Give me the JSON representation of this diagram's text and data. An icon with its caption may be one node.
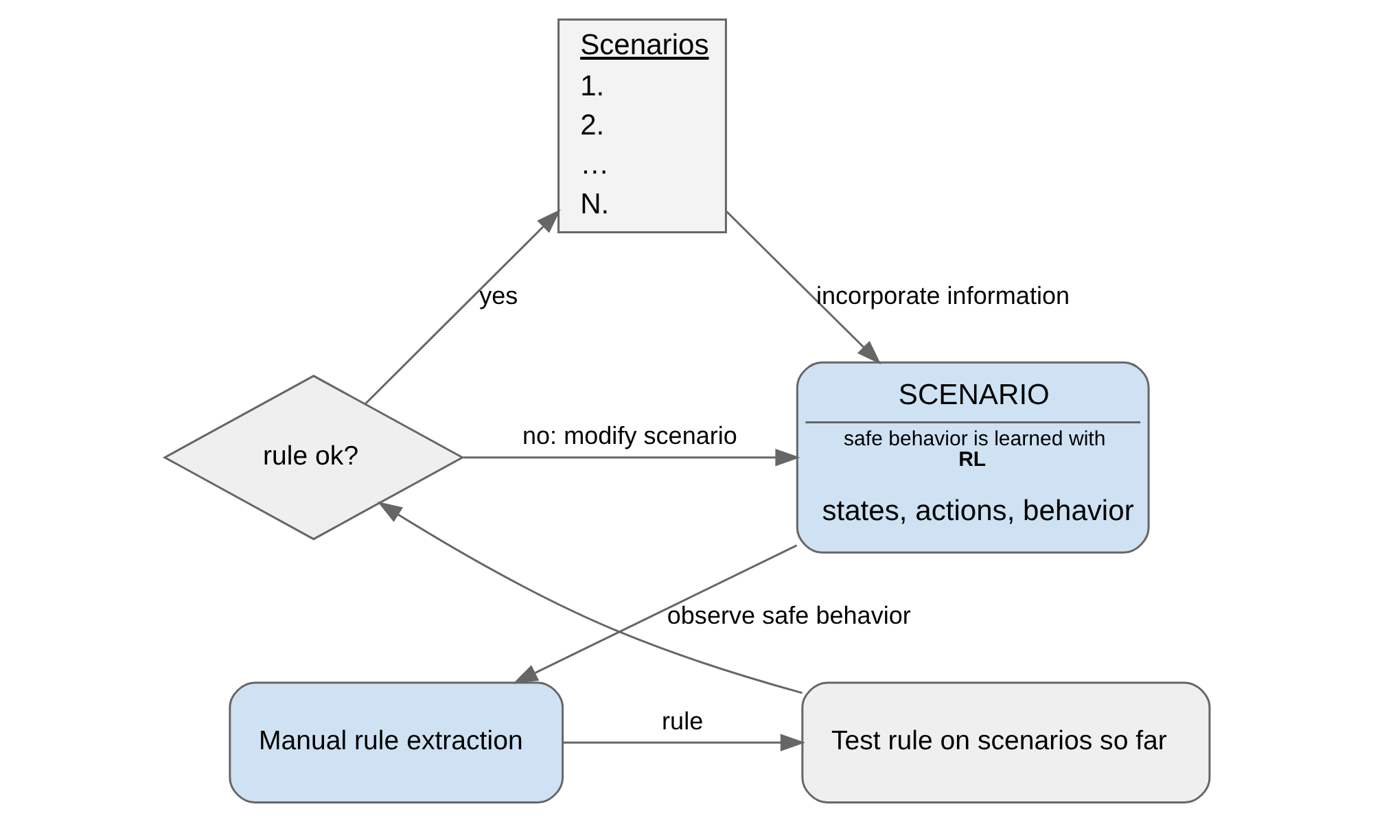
{
  "diagram": {
    "nodes": [
      {
        "text": [
          "Scenarios",
          "1.",
          "2.",
          "…",
          "N."
        ]
      },
      {
        "text": [
          "SCENARIO",
          "safe behavior is learned with **RL**",
          "states, actions, behavior"
        ]
      },
      {
        "text": [
          "Manual rule extraction"
        ]
      },
      {
        "text": [
          "Test rule on scenarios so far"
        ]
      },
      {
        "text": [
          "rule ok?"
        ]
      }
    ],
    "edges": [
      {
        "from": 0,
        "to": 1,
        "arrow": "to",
        "label": "incorporate information"
      },
      {
        "from": 1,
        "to": 2,
        "arrow": "to",
        "label": "observe safe behavior"
      },
      {
        "from": 2,
        "to": 3,
        "arrow": "to",
        "label": "rule"
      },
      {
        "from": 3,
        "to": 4,
        "arrow": "to"
      },
      {
        "from": 4,
        "to": 0,
        "arrow": "to",
        "label": "yes"
      },
      {
        "from": 4,
        "to": 1,
        "arrow": "to",
        "label": "no: modify scenario"
      }
    ]
  }
}
